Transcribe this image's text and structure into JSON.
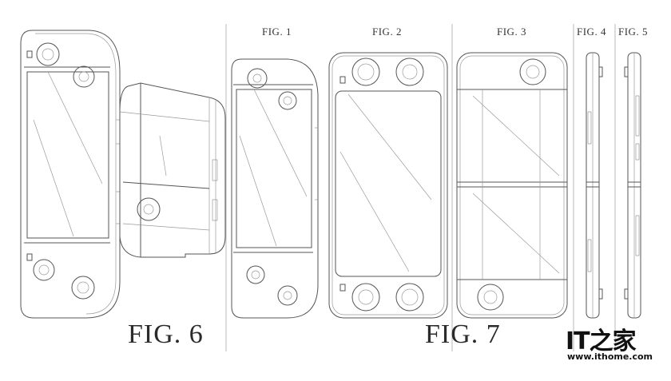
{
  "figures": {
    "fig6": "FIG. 6",
    "fig1": "FIG. 1",
    "fig2": "FIG. 2",
    "fig3": "FIG. 3",
    "fig4": "FIG. 4",
    "fig5": "FIG. 5",
    "fig7": "FIG. 7"
  },
  "watermark": {
    "mark": "IT之家",
    "url": "www.ithome.com"
  }
}
